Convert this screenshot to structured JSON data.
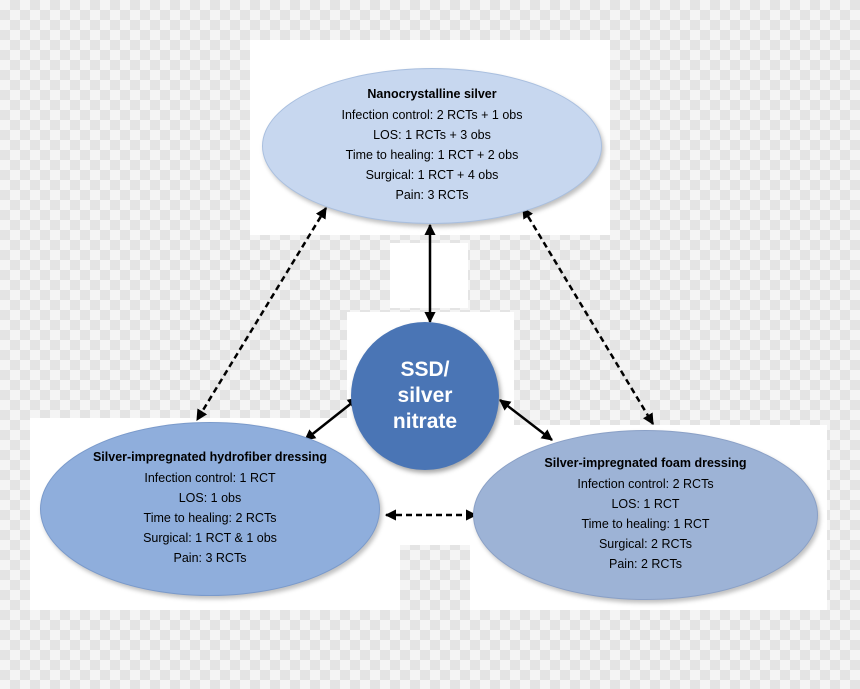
{
  "nodes": {
    "top": {
      "title": "Nanocrystalline silver",
      "lines": [
        "Infection control: 2 RCTs + 1 obs",
        "LOS: 1 RCTs + 3 obs",
        "Time to healing: 1 RCT + 2 obs",
        "Surgical: 1 RCT + 4 obs",
        "Pain: 3 RCTs"
      ]
    },
    "center": {
      "lines": [
        "SSD/",
        "silver",
        "nitrate"
      ]
    },
    "left": {
      "title": "Silver-impregnated hydrofiber dressing",
      "lines": [
        "Infection control: 1 RCT",
        "LOS: 1 obs",
        "Time to healing: 2 RCTs",
        "Surgical: 1 RCT & 1 obs",
        "Pain: 3 RCTs"
      ]
    },
    "right": {
      "title": "Silver-impregnated foam dressing",
      "lines": [
        "Infection control: 2 RCTs",
        "LOS: 1 RCT",
        "Time to healing: 1 RCT",
        "Surgical: 2 RCTs",
        "Pain: 2 RCTs"
      ]
    }
  },
  "edges": [
    {
      "from": "top",
      "to": "center",
      "style": "solid"
    },
    {
      "from": "left",
      "to": "center",
      "style": "solid"
    },
    {
      "from": "right",
      "to": "center",
      "style": "solid"
    },
    {
      "from": "top",
      "to": "left",
      "style": "dashed"
    },
    {
      "from": "top",
      "to": "right",
      "style": "dashed"
    },
    {
      "from": "left",
      "to": "right",
      "style": "dashed"
    }
  ],
  "colors": {
    "top_fill": "#c7d7ef",
    "left_fill": "#8faedc",
    "right_fill": "#9db3d6",
    "center_fill": "#4a75b5",
    "arrow": "#000000"
  }
}
